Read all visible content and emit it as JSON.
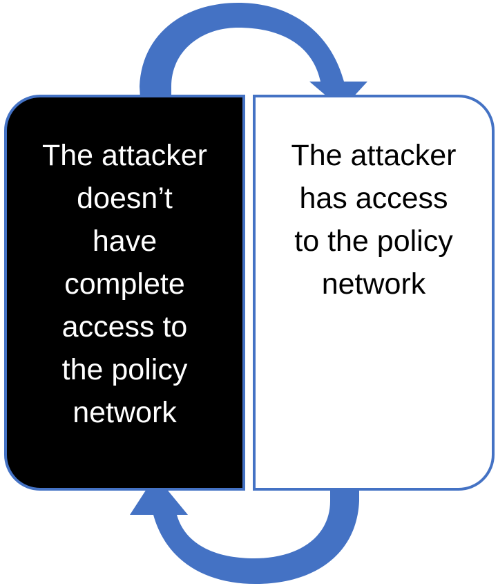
{
  "colors": {
    "arrow": "#4472c4",
    "border": "#4472c4",
    "left_fill": "#000000",
    "left_text": "#ffffff",
    "right_fill": "#ffffff",
    "right_text": "#000000"
  },
  "left_box": {
    "text": "The attacker\ndoesn’t\nhave\ncomplete\naccess to\nthe policy\nnetwork"
  },
  "right_box": {
    "text": "The attacker\nhas access\nto the policy\nnetwork"
  },
  "arrows": [
    {
      "name": "top-curved-arrow",
      "direction": "left-to-right"
    },
    {
      "name": "bottom-curved-arrow",
      "direction": "right-to-left"
    }
  ]
}
